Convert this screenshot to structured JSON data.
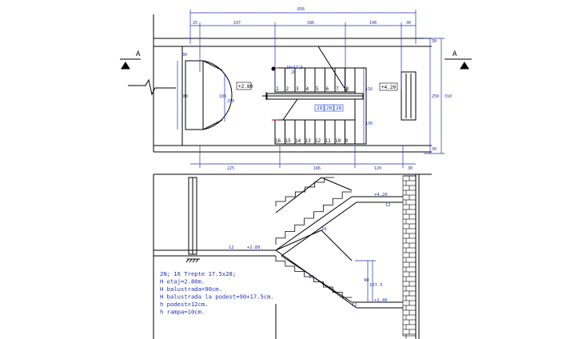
{
  "plan": {
    "section_marker_left": "A",
    "section_marker_right": "A",
    "dim_total": "656",
    "dim_top": [
      "25",
      "197",
      "186",
      "148",
      "30"
    ],
    "dim_bottom": [
      "225",
      "186",
      "120",
      "30"
    ],
    "dim_left_door": "180",
    "dim_left_height": "188",
    "dim_left_sub": "250",
    "dim_left_small": "30",
    "dim_right_outer": "310",
    "dim_right_inner": "250",
    "dim_right_a": "30",
    "dim_right_b": "30",
    "stair_label": "16x17.5",
    "stair_sub": "28",
    "tread_dims": [
      "28",
      "28",
      "28"
    ],
    "dim_landing": "116",
    "dim_landing_b": "130",
    "level_left": "+2.80",
    "level_right": "+4.20",
    "steps_top": [
      "1",
      "2",
      "3",
      "4",
      "5",
      "6",
      "7",
      "8"
    ],
    "steps_bottom": [
      "16",
      "15",
      "14",
      "13",
      "12",
      "11",
      "10",
      "9"
    ]
  },
  "section": {
    "level_top": "+4.20",
    "level_mid": "+2.80",
    "level_bottom": "+1.40",
    "small_top": "12",
    "small_mid": "12",
    "small_bottom": "12",
    "dim_vert_a": "90",
    "dim_vert_b": "107.5",
    "ramp_label_a": "10",
    "ramp_label_b": "10",
    "notes": [
      "2N;   16 Trepte 17.5x28;",
      "H etaj=2.80m.",
      "H balustrada=90cm.",
      "H balustrada la podest=90+17.5cm.",
      "h podest=12cm.",
      "h rampa=10cm."
    ]
  },
  "colors": {
    "line": "#000000",
    "dim": "#1f2fb8",
    "red": "#cc0000",
    "blue": "#1040d0",
    "gray": "#888888"
  }
}
